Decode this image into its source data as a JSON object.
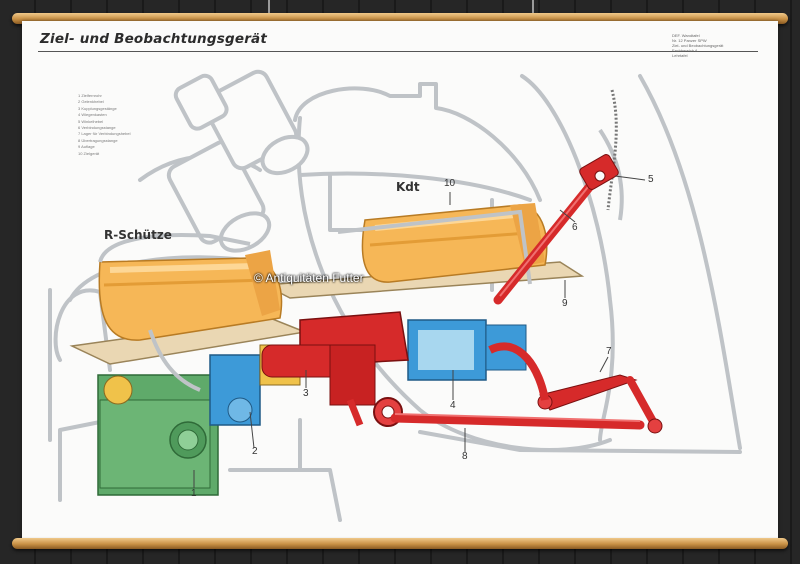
{
  "poster": {
    "title": "Ziel- und Beobachtungsgerät",
    "meta_lines": [
      "DEF. Wandtafel",
      "Nr. 12 Panzer SPW",
      "Ziel- und Beobachtungsgerät",
      "Fachbereich A",
      "Lehrtafel"
    ],
    "legend_items": [
      "1 Zielfernrohr",
      "2 Gelenkhebel",
      "3 Kupplungsgestänge",
      "4 Wiegenkasten",
      "5 Winkelhebel",
      "6 Verbindungsstange",
      "7 Lager für Verbindungshebel",
      "8 Übertragungsstange",
      "9 Auflage",
      "10 Zielgerät"
    ]
  },
  "labels": {
    "rschuetze": "R-Schütze",
    "kdt": "Kdt",
    "callouts": [
      "1",
      "2",
      "3",
      "4",
      "5",
      "6",
      "7",
      "8",
      "9",
      "10"
    ]
  },
  "watermark": "© Antiquitäten Futter",
  "colors": {
    "orange": "#f6b757",
    "red": "#d62a2a",
    "blue": "#3d9ad8",
    "green": "#5faa6a",
    "beige": "#ead7b3",
    "outline": "#bfc3c7"
  }
}
